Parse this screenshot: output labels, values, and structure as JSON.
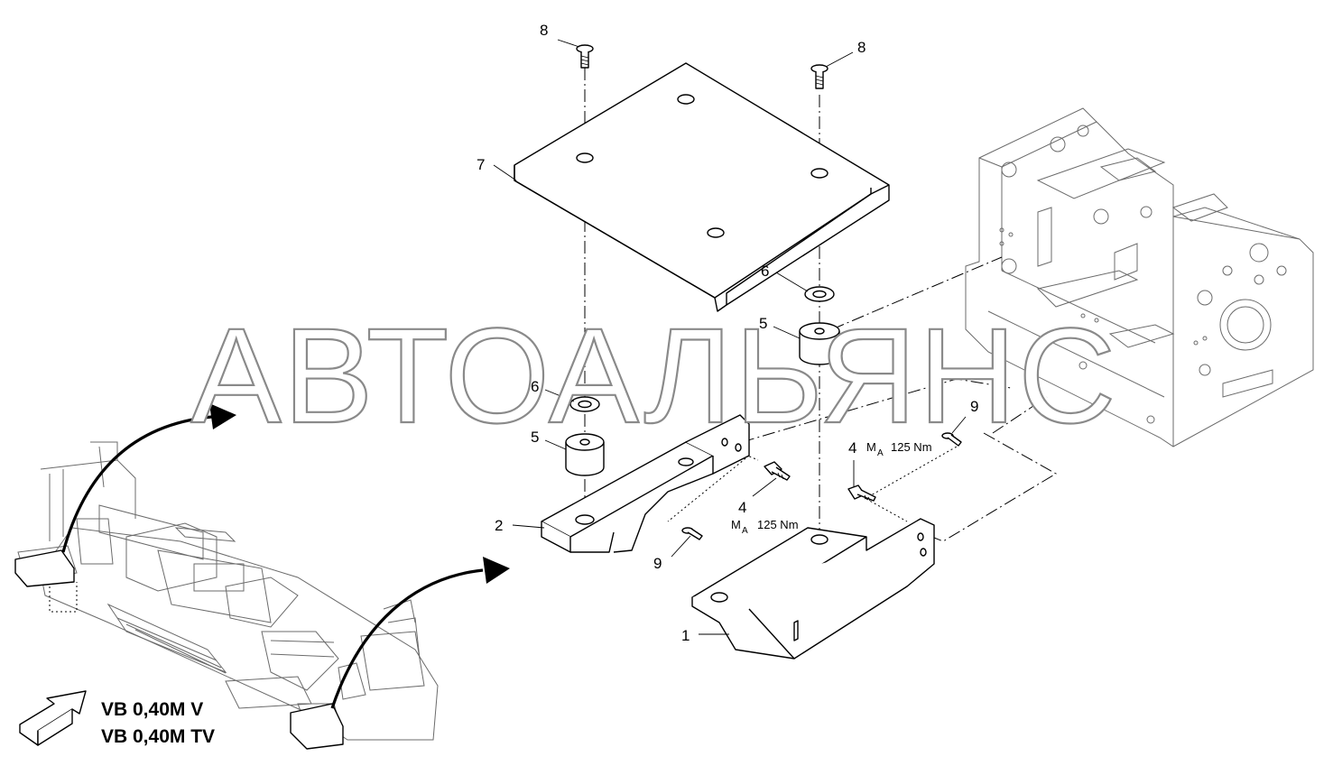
{
  "callouts": {
    "c1": "1",
    "c2": "2",
    "c4a": "4",
    "c4b": "4",
    "c5a": "5",
    "c5b": "5",
    "c6a": "6",
    "c6b": "6",
    "c7": "7",
    "c8a": "8",
    "c8b": "8",
    "c9a": "9",
    "c9b": "9"
  },
  "torque": {
    "symbol": "M",
    "subscript": "A",
    "value": "125 Nm"
  },
  "models": {
    "line1": "VB 0,40M V",
    "line2": "VB 0,40M TV"
  },
  "watermark": "АВТОАЛЬЯНС"
}
